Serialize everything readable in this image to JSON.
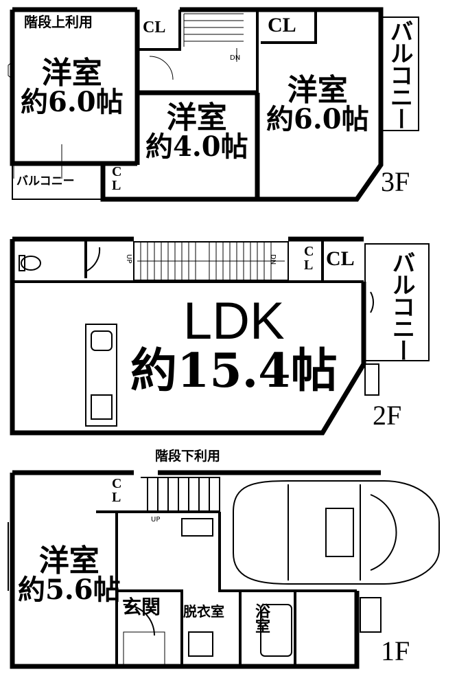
{
  "floors": {
    "third": {
      "label": "3F",
      "note_stair_upper": "階段上利用",
      "closet_top_left": "CL",
      "closet_top_right": "CL",
      "closet_small": [
        "C",
        "L"
      ],
      "room_left": {
        "name": "洋室",
        "size": "約6.0帖"
      },
      "room_middle": {
        "name": "洋室",
        "size": "約4.0帖"
      },
      "room_right": {
        "name": "洋室",
        "size": "約6.0帖"
      },
      "balcony_right": "バルコニー",
      "balcony_left": "バルコニー",
      "stair_dir": "DN"
    },
    "second": {
      "label": "2F",
      "stair_up": "UP",
      "stair_dn": "DN",
      "closet_a": [
        "C",
        "L"
      ],
      "closet_b": "CL",
      "balcony": "バルコニー",
      "ldk": {
        "name": "LDK",
        "size": "約15.4帖"
      }
    },
    "first": {
      "label": "1F",
      "note_stair_lower": "階段下利用",
      "closet": [
        "C",
        "L"
      ],
      "stair_dir": "UP",
      "room": {
        "name": "洋室",
        "size": "約5.6帖"
      },
      "entrance": "玄関",
      "dressing": "脱衣室",
      "bath": "浴室"
    }
  }
}
